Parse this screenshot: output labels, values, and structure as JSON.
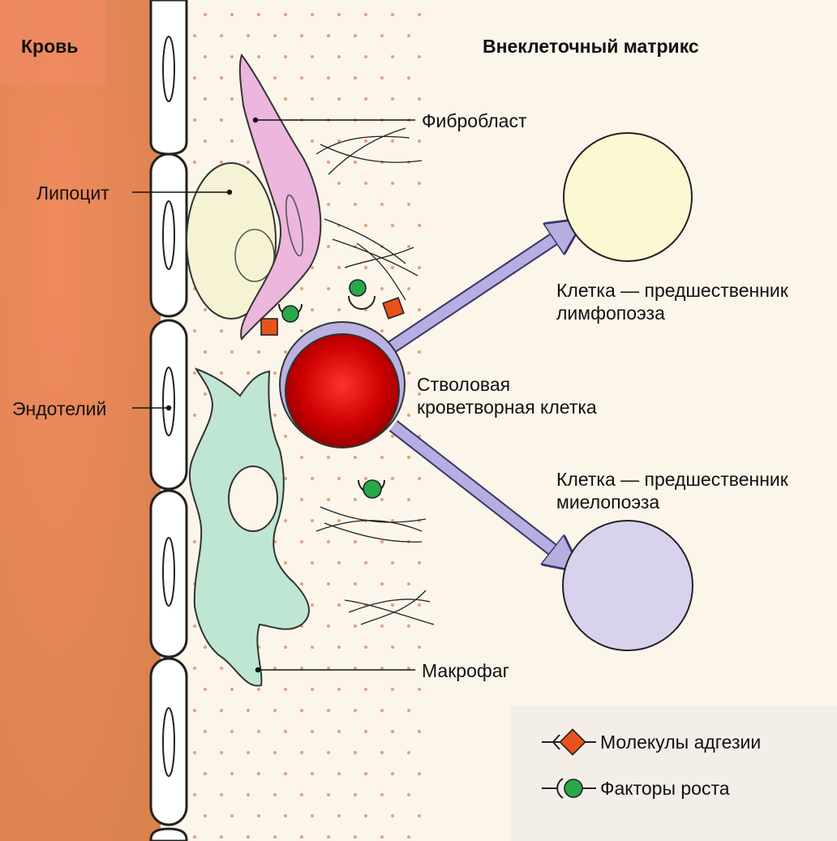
{
  "labels": {
    "blood": "Кровь",
    "matrix": "Внеклеточный матрикс",
    "fibroblast": "Фибробласт",
    "lipocyte": "Липоцит",
    "endothelium": "Эндотелий",
    "stem_cell": [
      "Стволовая",
      "кроветворная клетка"
    ],
    "lymph_prog": [
      "Клетка — предшественник",
      "лимфопоэза"
    ],
    "myelo_prog": [
      "Клетка — предшественник",
      "миелопоэза"
    ],
    "macrophage": "Макрофаг"
  },
  "legend": {
    "adhesion": "Молекулы адгезии",
    "growth": "Факторы роста"
  },
  "colors": {
    "blood": "#e0884e",
    "matrix": "#fbf5ea",
    "fibroblast": "#ecb6dd",
    "lipocyte": "#f5f3d4",
    "macrophage": "#bfe6d2",
    "stem_core": "#cc0000",
    "stem_ring": "#b9b2e2",
    "arrow": "#b6aee0",
    "lymph_cell": "#fbf8d2",
    "myelo_cell": "#d9d2ef",
    "adhesion": "#e8531c",
    "growth": "#29a84a"
  }
}
